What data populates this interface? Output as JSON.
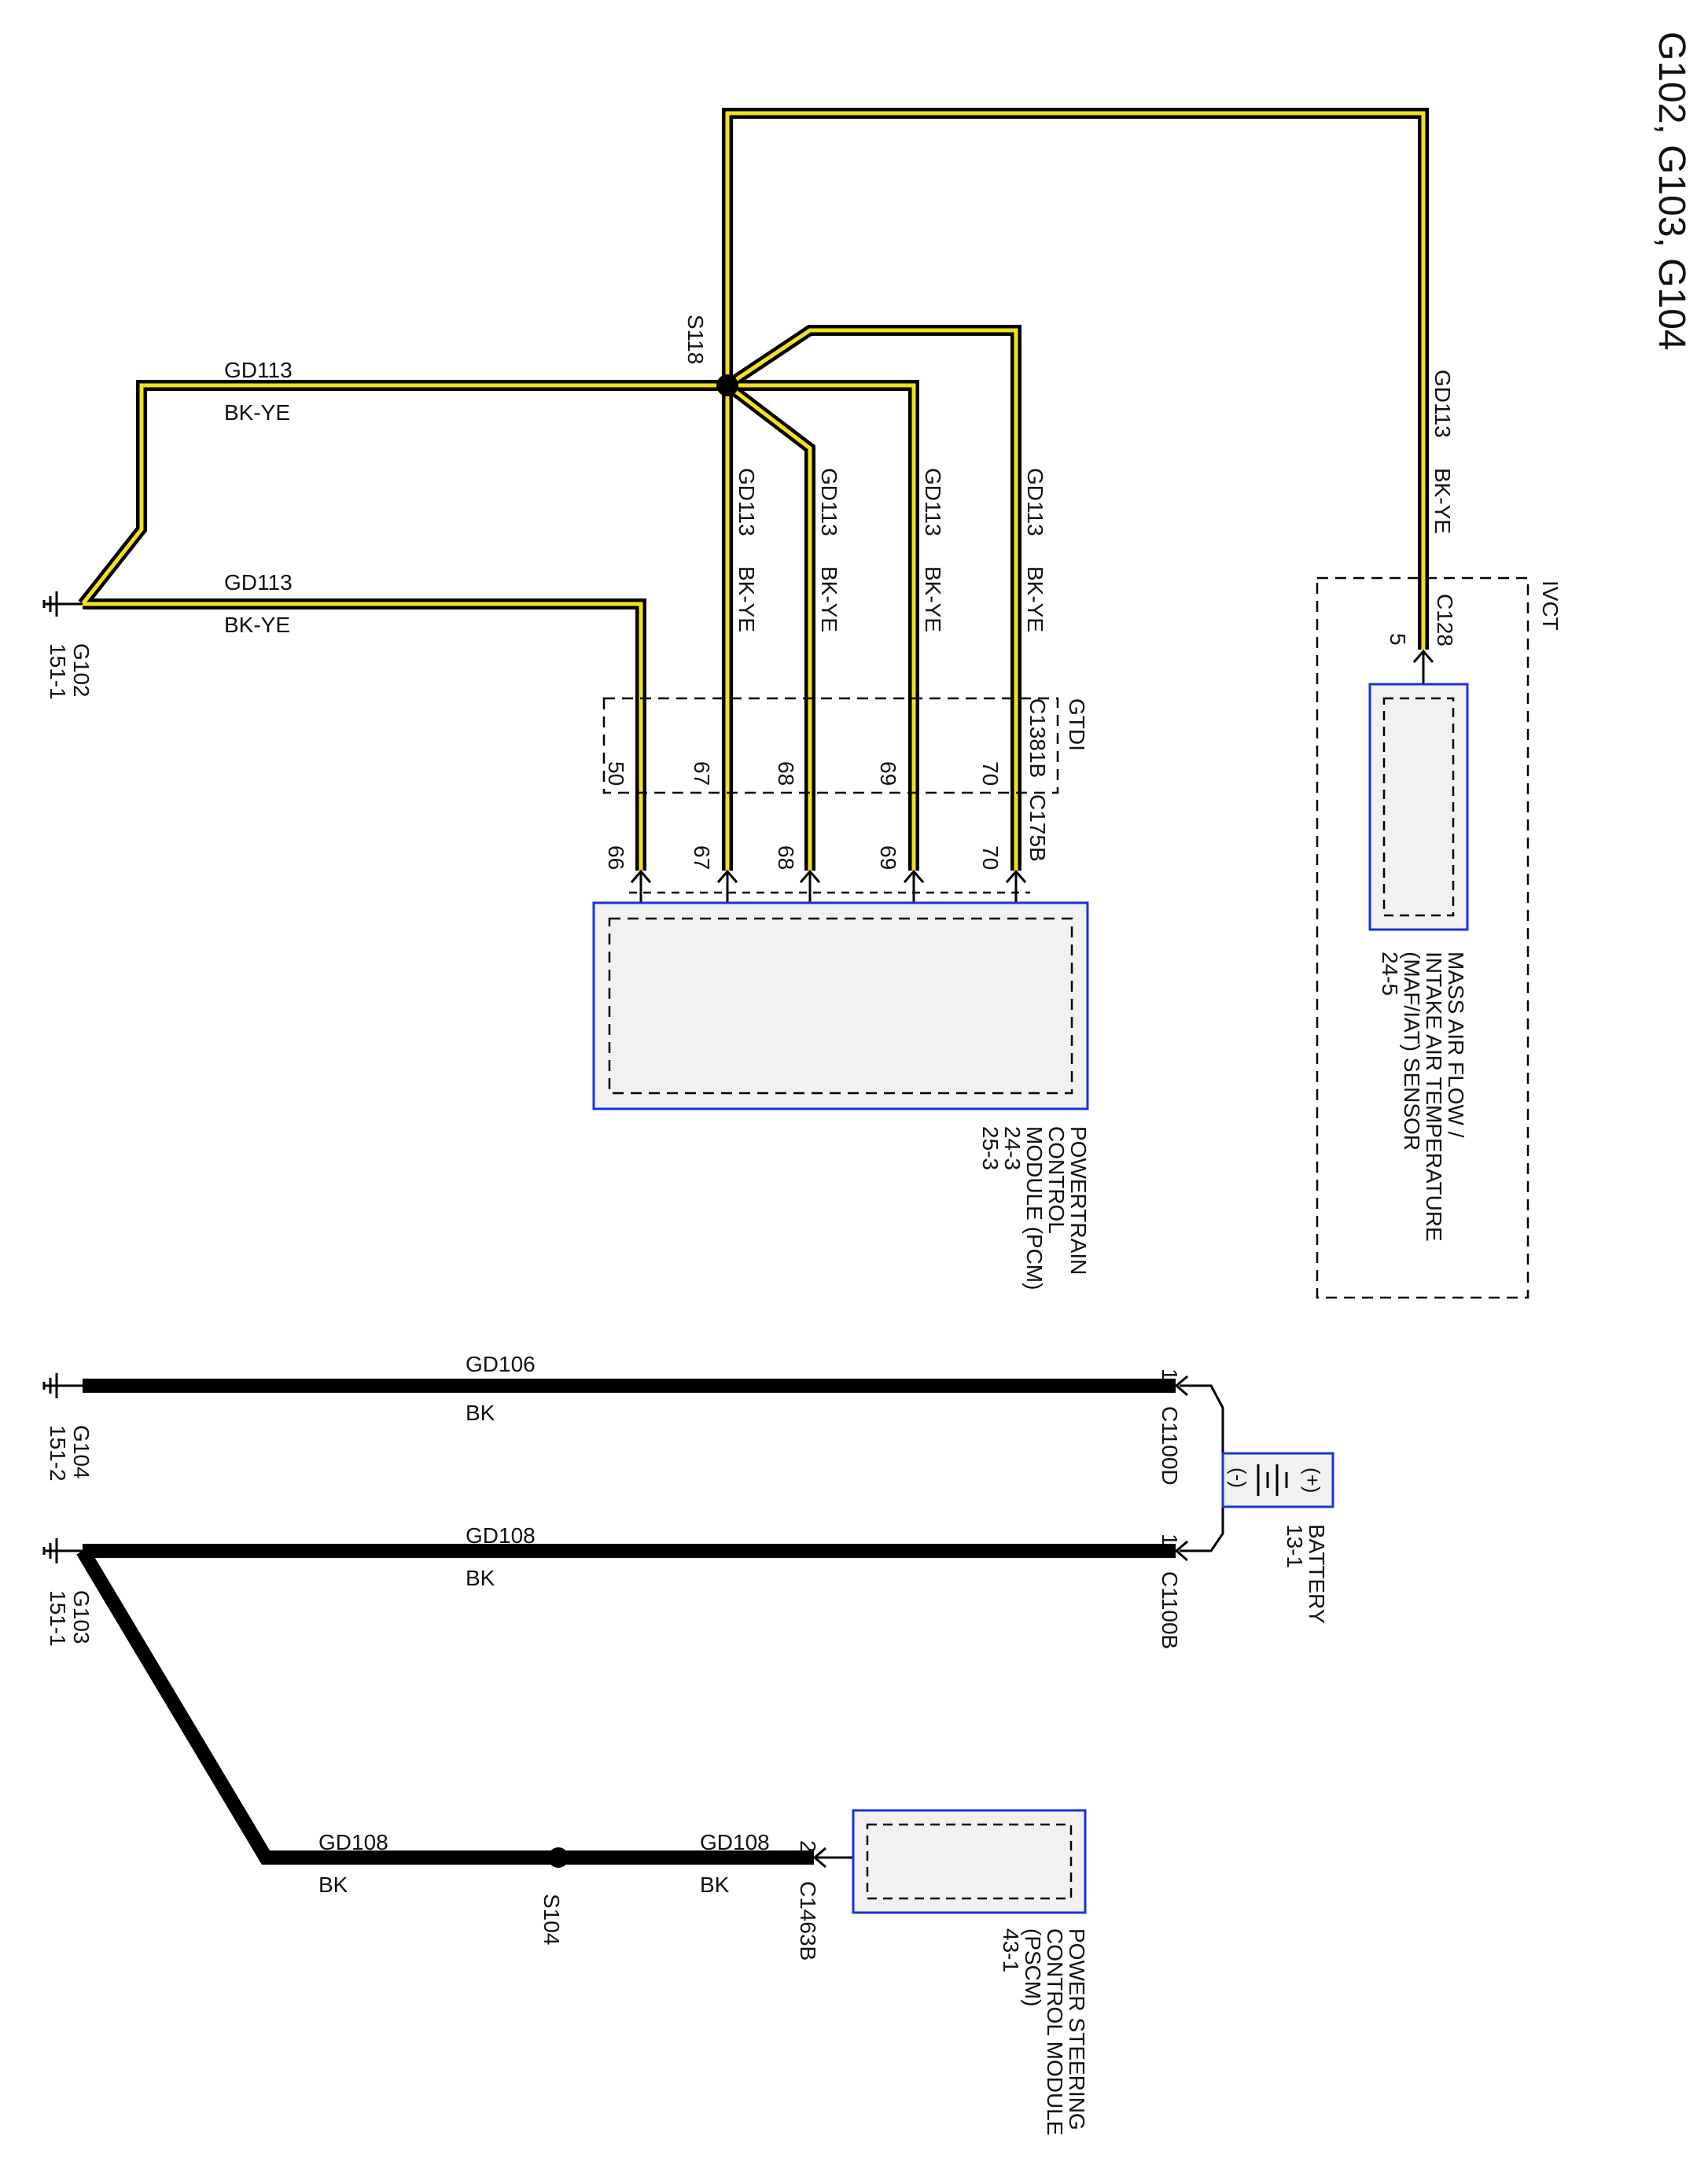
{
  "title": "G102, G103, G104",
  "wire_color_yellow": "#f2e21a",
  "wire_color_black": "#000000",
  "module_border_color": "#1a33d6",
  "module_fill": "#f1f1f1",
  "grounds": {
    "g102": {
      "name": "G102",
      "ref": "151-1"
    },
    "g104": {
      "name": "G104",
      "ref": "151-2"
    },
    "g103": {
      "name": "G103",
      "ref": "151-1"
    }
  },
  "splices": {
    "s118": "S118",
    "s104": "S104"
  },
  "wires": {
    "gd113": "GD113",
    "bk_ye": "BK-YE",
    "gd106": "GD106",
    "gd108": "GD108",
    "bk": "BK"
  },
  "pcm": {
    "name_lines": [
      "POWERTRAIN",
      "CONTROL",
      "MODULE (PCM)",
      "24-3",
      "25-3"
    ],
    "connector": "C175B",
    "pins": [
      "66",
      "67",
      "68",
      "69",
      "70"
    ]
  },
  "gtdi": {
    "label": "GTDI",
    "connector": "C1381B",
    "pins": [
      "50",
      "67",
      "68",
      "69",
      "70"
    ]
  },
  "ivct": {
    "label": "IVCT"
  },
  "maf": {
    "name_lines": [
      "MASS AIR FLOW /",
      "INTAKE AIR TEMPERATURE",
      "(MAF/IAT) SENSOR",
      "24-5"
    ],
    "connector": "C128",
    "pin": "5"
  },
  "battery": {
    "name_lines": [
      "BATTERY",
      "13-1"
    ],
    "plus": "(+)",
    "minus": "(-)",
    "connector_d": "C1100D",
    "connector_b": "C1100B",
    "pin": "1"
  },
  "pscm": {
    "name_lines": [
      "POWER STEERING",
      "CONTROL MODULE",
      "(PSCM)",
      "43-1"
    ],
    "connector": "C1463B",
    "pin": "2"
  }
}
